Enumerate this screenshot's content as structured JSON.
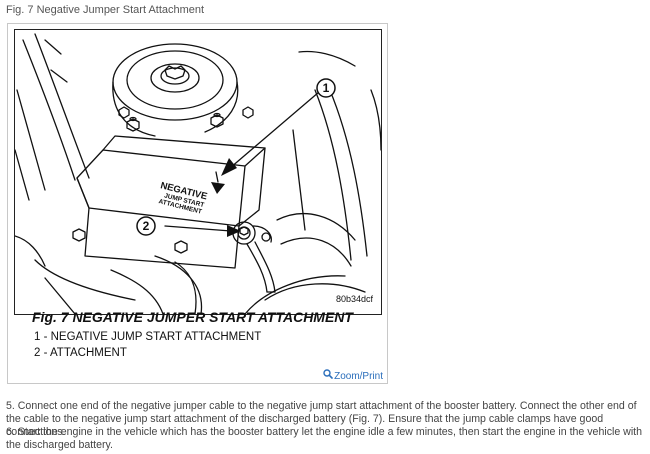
{
  "caption": "Fig. 7 Negative Jumper Start Attachment",
  "figure": {
    "callout_1": "1",
    "callout_2": "2",
    "label_negative": "NEGATIVE",
    "label_jump_start": "JUMP START",
    "label_attachment": "ATTACHMENT",
    "image_code": "80b34dcf",
    "title": "Fig. 7 NEGATIVE JUMPER START ATTACHMENT",
    "legend": [
      "1 - NEGATIVE JUMP START ATTACHMENT",
      "2 - ATTACHMENT"
    ]
  },
  "zoom_link": {
    "icon": "magnifier-icon",
    "label": "Zoom/Print"
  },
  "steps": [
    "5. Connect one end of the negative jumper cable to the negative jump start attachment of the booster battery. Connect the other end of the cable to the negative jump start attachment of the discharged battery (Fig. 7). Ensure that the jump cable clamps have good connections.",
    "6. Start the engine in the vehicle which has the booster battery let the engine idle a few minutes, then start the engine in the vehicle with the discharged battery."
  ]
}
